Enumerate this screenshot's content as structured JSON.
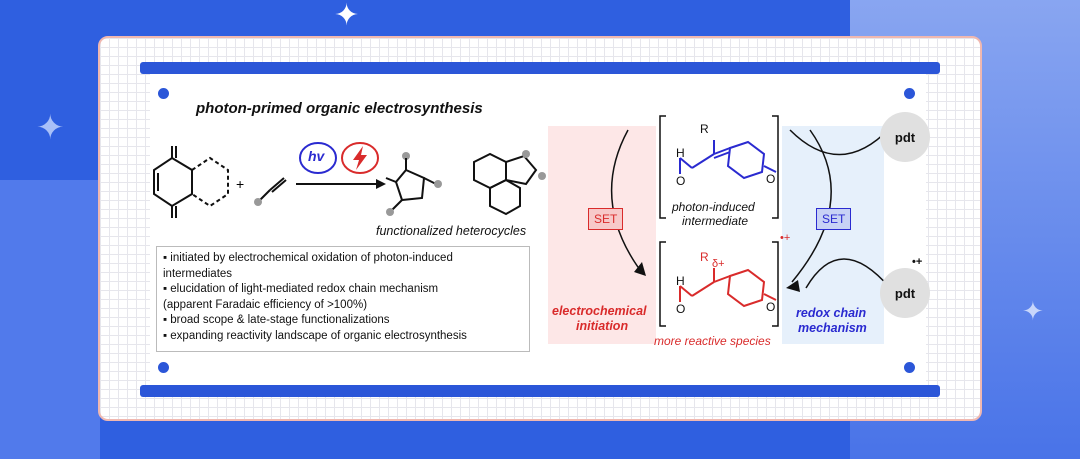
{
  "title": "photon-primed organic electrosynthesis",
  "reagents": {
    "plus": "+",
    "hv": "hv"
  },
  "products_label": "functionalized heterocycles",
  "bullets": [
    "▪ initiated by electrochemical oxidation of photon-induced",
    "intermediates",
    "▪ elucidation of light-mediated redox chain mechanism",
    "(apparent Faradaic efficiency of >100%)",
    "▪ broad scope & late-stage functionalizations",
    "▪ expanding reactivity landscape of organic electrosynthesis"
  ],
  "intermediate": {
    "label_line1": "photon-induced",
    "label_line2": "intermediate",
    "r": "R",
    "h": "H",
    "o1": "O",
    "o2": "O"
  },
  "reactive": {
    "label": "more reactive species",
    "r": "R",
    "delta": "δ+",
    "charge": "•+",
    "h": "H",
    "o1": "O",
    "o2": "O"
  },
  "left_panel": {
    "set": "SET",
    "line1": "electrochemical",
    "line2": "initiation"
  },
  "right_panel": {
    "set": "SET",
    "line1": "redox chain",
    "line2": "mechanism"
  },
  "pdt_top": "pdt",
  "pdt_bottom": "pdt",
  "pdt_bottom_charge": "•+",
  "colors": {
    "accent_blue": "#2b56d8",
    "red": "#d92b2b",
    "mol_blue": "#2a2ad0"
  }
}
